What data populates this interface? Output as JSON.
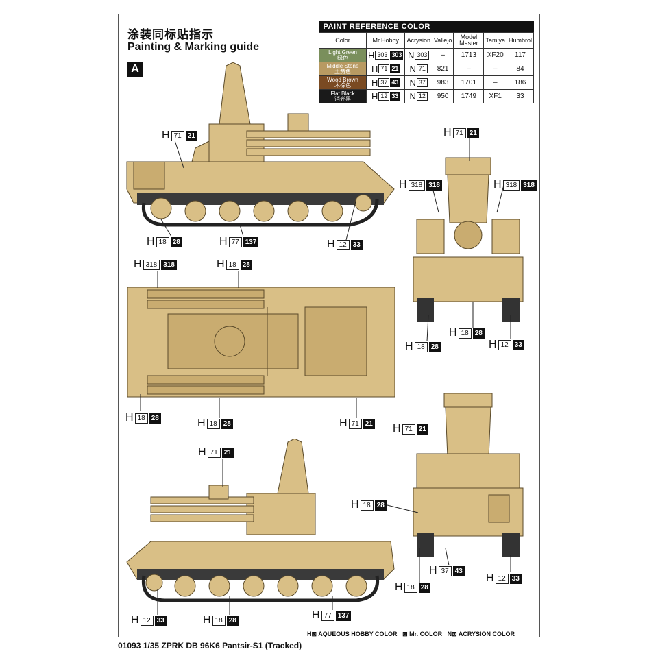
{
  "header": {
    "title_cn": "涂装同标贴指示",
    "title_en": "Painting & Marking guide",
    "scheme_badge": "A"
  },
  "paint_table": {
    "title": "PAINT REFERENCE COLOR",
    "columns": [
      "Color",
      "Mr.Hobby",
      "Acrysion",
      "Vallejo",
      "Model Master",
      "Tamiya",
      "Humbrol"
    ],
    "rows": [
      {
        "name_en": "Light Green",
        "name_cn": "绿色",
        "swatch": "#7a8f5c",
        "mrhobby_h": "303",
        "mrhobby_c": "303",
        "acrysion": "303",
        "vallejo": "–",
        "model_master": "1713",
        "tamiya": "XF20",
        "humbrol": "117"
      },
      {
        "name_en": "Middle Stone",
        "name_cn": "土黄色",
        "swatch": "#b89a62",
        "mrhobby_h": "71",
        "mrhobby_c": "21",
        "acrysion": "71",
        "vallejo": "821",
        "model_master": "–",
        "tamiya": "–",
        "humbrol": "84"
      },
      {
        "name_en": "Wood Brown",
        "name_cn": "木棕色",
        "swatch": "#7a4a22",
        "mrhobby_h": "37",
        "mrhobby_c": "43",
        "acrysion": "37",
        "vallejo": "983",
        "model_master": "1701",
        "tamiya": "–",
        "humbrol": "186"
      },
      {
        "name_en": "Flat Black",
        "name_cn": "消光黑",
        "swatch": "#1a1a1a",
        "mrhobby_h": "12",
        "mrhobby_c": "33",
        "acrysion": "12",
        "vallejo": "950",
        "model_master": "1749",
        "tamiya": "XF1",
        "humbrol": "33"
      }
    ]
  },
  "callouts": [
    {
      "id": "c1",
      "prefix": "H",
      "box": "71",
      "black": "21"
    },
    {
      "id": "c2",
      "prefix": "H",
      "box": "18",
      "black": "28"
    },
    {
      "id": "c3",
      "prefix": "H",
      "box": "77",
      "black": "137"
    },
    {
      "id": "c4",
      "prefix": "H",
      "box": "12",
      "black": "33"
    },
    {
      "id": "c5",
      "prefix": "H",
      "box": "71",
      "black": "21"
    },
    {
      "id": "c6",
      "prefix": "H",
      "box": "318",
      "black": "318"
    },
    {
      "id": "c7",
      "prefix": "H",
      "box": "318",
      "black": "318"
    },
    {
      "id": "c8",
      "prefix": "H",
      "box": "18",
      "black": "28"
    },
    {
      "id": "c9",
      "prefix": "H",
      "box": "18",
      "black": "28"
    },
    {
      "id": "c10",
      "prefix": "H",
      "box": "12",
      "black": "33"
    },
    {
      "id": "c11",
      "prefix": "H",
      "box": "318",
      "black": "318"
    },
    {
      "id": "c12",
      "prefix": "H",
      "box": "18",
      "black": "28"
    },
    {
      "id": "c13",
      "prefix": "H",
      "box": "18",
      "black": "28"
    },
    {
      "id": "c14",
      "prefix": "H",
      "box": "18",
      "black": "28"
    },
    {
      "id": "c15",
      "prefix": "H",
      "box": "71",
      "black": "21"
    },
    {
      "id": "c16",
      "prefix": "H",
      "box": "71",
      "black": "21"
    },
    {
      "id": "c17",
      "prefix": "H",
      "box": "71",
      "black": "21"
    },
    {
      "id": "c18",
      "prefix": "H",
      "box": "18",
      "black": "28"
    },
    {
      "id": "c19",
      "prefix": "H",
      "box": "37",
      "black": "43"
    },
    {
      "id": "c20",
      "prefix": "H",
      "box": "12",
      "black": "33"
    },
    {
      "id": "c21",
      "prefix": "H",
      "box": "18",
      "black": "28"
    },
    {
      "id": "c22",
      "prefix": "H",
      "box": "12",
      "black": "33"
    },
    {
      "id": "c23",
      "prefix": "H",
      "box": "18",
      "black": "28"
    },
    {
      "id": "c24",
      "prefix": "H",
      "box": "77",
      "black": "137"
    }
  ],
  "legend": {
    "aqueous": "H⊠ AQUEOUS HOBBY COLOR",
    "mr": "⊠ Mr. COLOR",
    "acrysion": "N⊠ ACRYSION COLOR"
  },
  "footer": "01093 1/35  ZPRK DB 96K6 Pantsir-S1 (Tracked)"
}
